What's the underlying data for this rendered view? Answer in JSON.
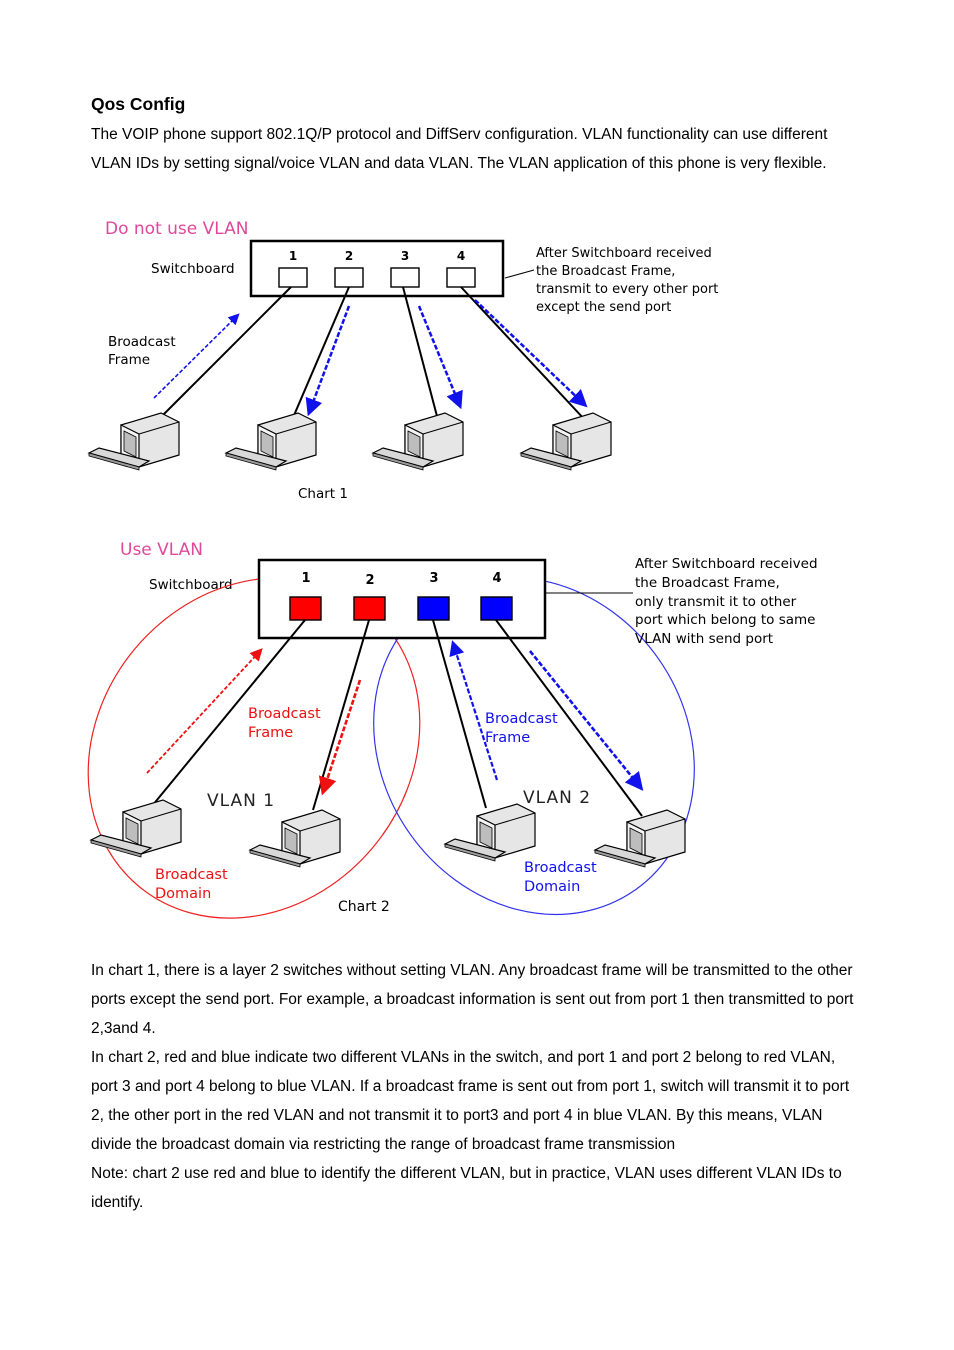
{
  "heading": "Qos Config",
  "intro": "The VOIP phone support 802.1Q/P protocol and DiffServ configuration. VLAN functionality can use different VLAN IDs by setting signal/voice VLAN and data VLAN. The VLAN application of this phone is very flexible.",
  "figure1": {
    "title": "Do not use VLAN",
    "switch_label": "Switchboard",
    "ports": [
      "1",
      "2",
      "3",
      "4"
    ],
    "note": [
      "After Switchboard received",
      "the Broadcast Frame,",
      "transmit to every other port",
      "except the send port"
    ],
    "broadcast_label": [
      "Broadcast",
      "Frame"
    ],
    "caption": "Chart  1"
  },
  "figure2": {
    "title": "Use VLAN",
    "switch_label": "Switchboard",
    "ports": [
      "1",
      "2",
      "3",
      "4"
    ],
    "note": [
      "After Switchboard received",
      "the Broadcast Frame,",
      "only transmit it to other",
      "port which belong to same",
      "VLAN with send port"
    ],
    "broadcast_red": [
      "Broadcast",
      "Frame"
    ],
    "broadcast_blue": [
      "Broadcast",
      "Frame"
    ],
    "vlan1": "VLAN 1",
    "vlan2": "VLAN 2",
    "domain_red": [
      "Broadcast",
      "Domain"
    ],
    "domain_blue": [
      "Broadcast",
      "Domain"
    ],
    "caption": "Chart  2"
  },
  "explanation": [
    "In chart 1, there is a layer 2 switches without setting VLAN. Any broadcast frame will be transmitted to the other ports except the send port. For example, a broadcast information is sent out from port 1 then transmitted to port 2,3and 4.",
    "In chart 2, red and blue indicate two different VLANs in the switch, and port 1 and port 2 belong to red VLAN, port 3 and port 4 belong to blue VLAN. If a broadcast frame is sent out from port 1, switch will transmit it to port 2, the other port in the red VLAN and not transmit it to port3 and port 4 in blue VLAN. By this means, VLAN divide the broadcast domain via restricting the range of broadcast frame transmission",
    "Note: chart 2 use red and blue to identify the different VLAN, but in practice, VLAN uses different VLAN IDs to identify."
  ],
  "colors": {
    "title_pink": "#e0489a",
    "red": "#ee1111",
    "blue": "#1111ee",
    "vlan_red": "#ff0000",
    "vlan_blue": "#0000ff"
  }
}
